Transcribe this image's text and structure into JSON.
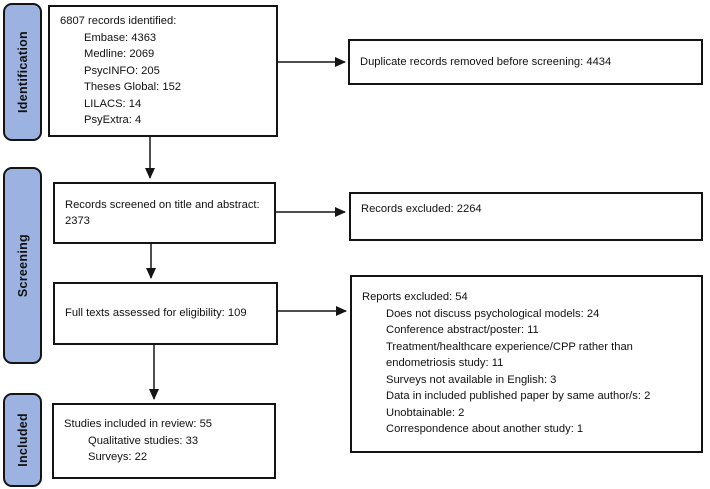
{
  "stages": [
    {
      "label": "Identification"
    },
    {
      "label": "Screening"
    },
    {
      "label": "Included"
    }
  ],
  "boxes": {
    "identified": {
      "title": "6807 records identified:",
      "items": [
        "Embase: 4363",
        "Medline: 2069",
        "PsycINFO: 205",
        "Theses Global: 152",
        "LILACS: 14",
        "PsyExtra: 4"
      ]
    },
    "duplicates": {
      "text": "Duplicate records removed before screening: 4434"
    },
    "screened": {
      "text": "Records screened on title and abstract: 2373"
    },
    "records_excluded": {
      "text": "Records excluded: 2264"
    },
    "full_texts": {
      "text": "Full texts assessed for eligibility: 109"
    },
    "reports_excluded": {
      "title": "Reports excluded: 54",
      "items": [
        "Does not discuss psychological models: 24",
        "Conference abstract/poster: 11",
        "Treatment/healthcare experience/CPP rather than endometriosis study: 11",
        "Surveys not available in English: 3",
        "Data in included published paper by same author/s: 2",
        "Unobtainable: 2",
        "Correspondence about another study: 1"
      ]
    },
    "included": {
      "title": "Studies included in review: 55",
      "items": [
        "Qualitative studies: 33",
        "Surveys: 22"
      ]
    }
  },
  "colors": {
    "stage_fill": "#9cb3e2",
    "stage_border": "#141414",
    "box_border": "#141414",
    "arrow": "#141414"
  }
}
